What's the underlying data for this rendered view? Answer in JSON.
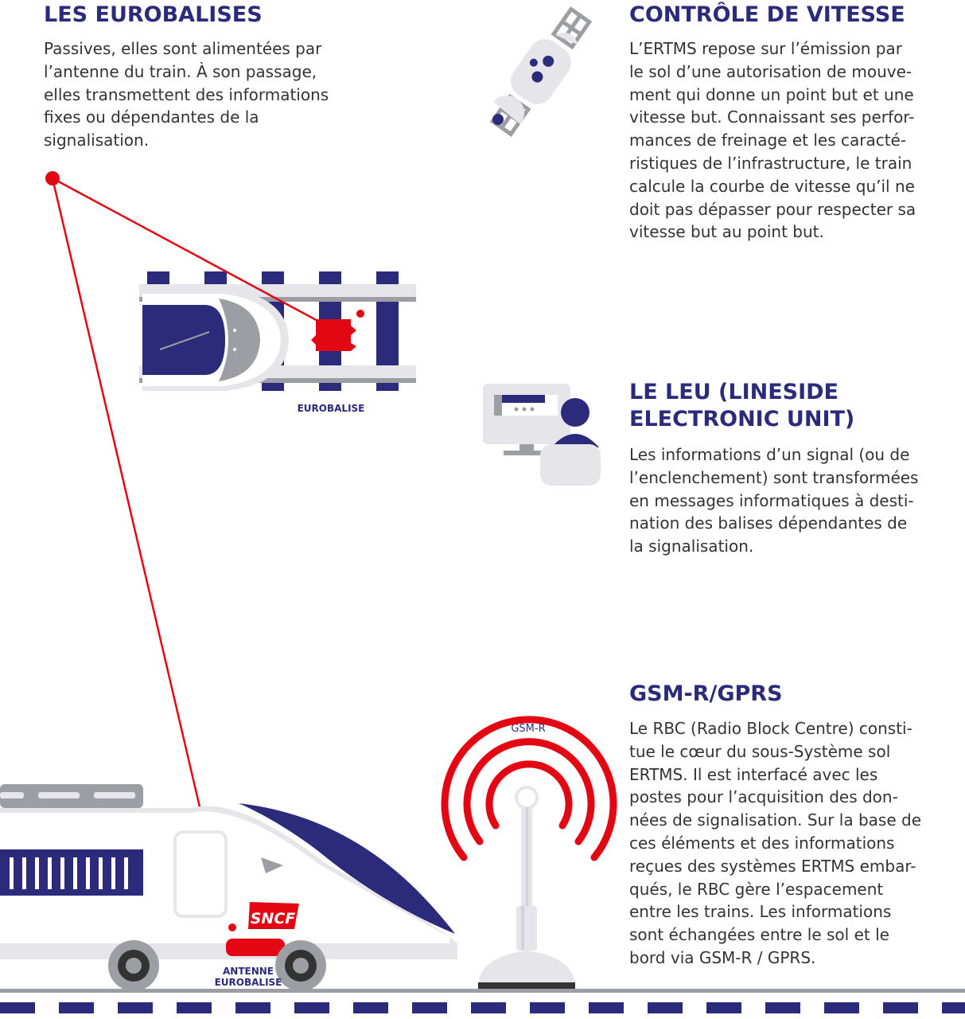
{
  "sections": {
    "eurobalises": {
      "title": "LES EUROBALISES",
      "body": "Passives, elles sont alimentées par\nl’antenne du train. À son passage,\nelles transmettent des informations\nfixes ou dépendantes de la\nsignalisation."
    },
    "controle_vitesse": {
      "title": "CONTRÔLE DE VITESSE",
      "body": "L’ERTMS repose sur l’émission par\nle sol d’une autorisation de mouve-\nment qui donne un point but et une\nvitesse but. Connaissant ses perfor-\nmances de freinage et les caracté-\nristiques de l’infrastructure, le train\ncalcule la courbe de vitesse qu’il ne\ndoit pas dépasser pour respecter sa\nvitesse but au point but."
    },
    "leu": {
      "title": "LE LEU (LINESIDE\nELECTRONIC UNIT)",
      "body": "Les informations d’un signal (ou de\nl’enclenchement) sont transformées\nen messages informatiques à desti-\nnation des balises dépendantes de\nla signalisation."
    },
    "gsmr": {
      "title": "GSM-R/GPRS",
      "body": "Le RBC (Radio Block Centre) consti-\ntue le cœur du sous-Système sol\nERTMS. Il est interfacé avec les\npostes pour l’acquisition des don-\nnées de signalisation. Sur la base de\nces éléments et des informations\nreçues des systèmes ERTMS embar-\nqués, le RBC gère l’espacement\nentre les trains. Les informations\nsont échangées entre le sol et le\nbord via GSM-R / GPRS."
    }
  },
  "labels": {
    "eurobalise": "EUROBALISE",
    "gsm_r": "GSM-R",
    "antenne": "ANTENNE\nEUROBALISE",
    "sncf_logo": "SNCF"
  },
  "colors": {
    "navy": "#2b2a7b",
    "red": "#e30613",
    "grey": "#9d9da4",
    "light_grey": "#e6e6ea",
    "text": "#333333"
  },
  "icons": [
    "satellite-icon",
    "computer-operator-icon",
    "antenna-mast-icon",
    "radio-waves-icon"
  ]
}
